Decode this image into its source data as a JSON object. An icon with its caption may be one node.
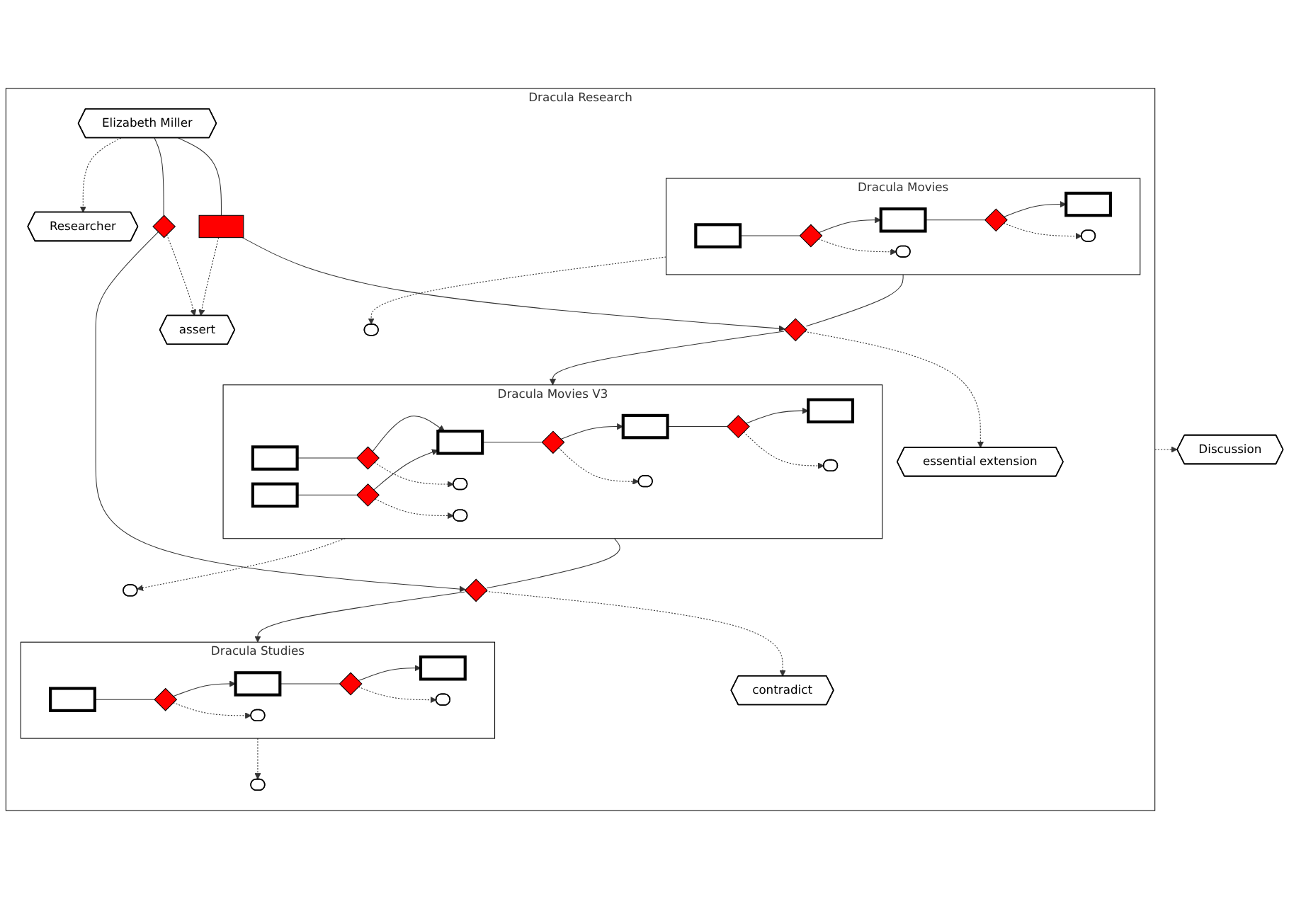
{
  "diagram": {
    "nodes": [
      {
        "text": [
          "Dracula Research"
        ]
      },
      {
        "text": [
          "Discussion"
        ]
      },
      {
        "text": [
          "essential extension"
        ],
        "in": 0
      },
      {
        "text": [
          "Dracula Movies"
        ],
        "in": 0
      },
      {
        "text": [
          "Dracula Movies V3"
        ],
        "in": 0
      },
      {
        "text": [
          "assert"
        ],
        "in": 0
      },
      {
        "text": [
          "contradict"
        ],
        "in": 0
      },
      {
        "text": [
          "Elizabeth Miller"
        ],
        "in": 0
      },
      {
        "text": [
          "Researcher"
        ],
        "in": 0
      },
      {
        "text": [
          "Dracula Studies"
        ],
        "in": 0
      },
      {
        "text": [],
        "shape": "diamond",
        "in": 0
      },
      {
        "text": [],
        "shape": "box",
        "in": 0
      },
      {
        "text": [],
        "shape": "diamond",
        "in": 0
      },
      {
        "text": [],
        "shape": "diamond",
        "in": 0
      },
      {
        "text": [],
        "shape": "box",
        "in": 0
      },
      {
        "text": [],
        "shape": "box",
        "in": 0
      },
      {
        "text": [],
        "shape": "box",
        "in": 0
      },
      {
        "text": [],
        "shape": "box",
        "in": 3
      },
      {
        "text": [],
        "shape": "diamond",
        "in": 3
      },
      {
        "text": [],
        "shape": "box",
        "in": 3
      },
      {
        "text": [],
        "shape": "diamond",
        "in": 3
      },
      {
        "text": [],
        "shape": "box",
        "in": 3
      },
      {
        "text": [],
        "shape": "box",
        "in": 3
      },
      {
        "text": [],
        "shape": "box",
        "in": 3
      },
      {
        "text": [],
        "shape": "box",
        "in": 4
      },
      {
        "text": [],
        "shape": "diamond",
        "in": 4
      },
      {
        "text": [],
        "shape": "box",
        "in": 4
      },
      {
        "text": [],
        "shape": "diamond",
        "in": 4
      },
      {
        "text": [],
        "shape": "box",
        "in": 4
      },
      {
        "text": [],
        "shape": "box",
        "in": 4
      },
      {
        "text": [],
        "shape": "diamond",
        "in": 4
      },
      {
        "text": [],
        "shape": "box",
        "in": 4
      },
      {
        "text": [],
        "shape": "diamond",
        "in": 4
      },
      {
        "text": [],
        "shape": "box",
        "in": 4
      },
      {
        "text": [],
        "shape": "box",
        "in": 4
      },
      {
        "text": [],
        "shape": "box",
        "in": 4
      },
      {
        "text": [],
        "shape": "box",
        "in": 4
      },
      {
        "text": [],
        "shape": "box",
        "in": 9
      },
      {
        "text": [],
        "shape": "diamond",
        "in": 9
      },
      {
        "text": [],
        "shape": "box",
        "in": 9
      },
      {
        "text": [],
        "shape": "diamond",
        "in": 9
      },
      {
        "text": [],
        "shape": "box",
        "in": 9
      },
      {
        "text": [],
        "shape": "box",
        "in": 9
      },
      {
        "text": [],
        "shape": "box",
        "in": 9
      }
    ],
    "edges": [
      {
        "from": 0,
        "to": 1,
        "arrow": "to",
        "style": "dashed"
      },
      {
        "from": 3,
        "to": 10,
        "arrow": "none"
      },
      {
        "from": 10,
        "to": 4,
        "arrow": "to"
      },
      {
        "from": 10,
        "to": 2,
        "arrow": "to",
        "style": "dashed"
      },
      {
        "from": 7,
        "to": 11,
        "arrow": "none"
      },
      {
        "from": 11,
        "to": 10,
        "arrow": "to"
      },
      {
        "from": 11,
        "to": 5,
        "arrow": "to",
        "style": "dashed"
      },
      {
        "from": 7,
        "to": 12,
        "arrow": "none"
      },
      {
        "from": 12,
        "to": 5,
        "arrow": "to",
        "style": "dashed"
      },
      {
        "from": 12,
        "to": 13,
        "arrow": "to"
      },
      {
        "from": 4,
        "to": 13,
        "arrow": "none"
      },
      {
        "from": 13,
        "to": 9,
        "arrow": "to"
      },
      {
        "from": 13,
        "to": 6,
        "arrow": "to",
        "style": "dashed"
      },
      {
        "from": 7,
        "to": 8,
        "arrow": "to",
        "style": "dashed"
      },
      {
        "from": 3,
        "to": 14,
        "arrow": "to",
        "style": "dashed"
      },
      {
        "from": 4,
        "to": 15,
        "arrow": "to",
        "style": "dashed"
      },
      {
        "from": 9,
        "to": 16,
        "arrow": "to",
        "style": "dashed"
      },
      {
        "from": 17,
        "to": 18,
        "arrow": "none"
      },
      {
        "from": 18,
        "to": 19,
        "arrow": "to"
      },
      {
        "from": 19,
        "to": 20,
        "arrow": "none"
      },
      {
        "from": 20,
        "to": 21,
        "arrow": "to"
      },
      {
        "from": 18,
        "to": 22,
        "arrow": "to",
        "style": "dashed"
      },
      {
        "from": 20,
        "to": 23,
        "arrow": "to",
        "style": "dashed"
      },
      {
        "from": 24,
        "to": 25,
        "arrow": "none"
      },
      {
        "from": 25,
        "to": 26,
        "arrow": "to"
      },
      {
        "from": 26,
        "to": 27,
        "arrow": "none"
      },
      {
        "from": 27,
        "to": 28,
        "arrow": "to"
      },
      {
        "from": 29,
        "to": 30,
        "arrow": "none"
      },
      {
        "from": 30,
        "to": 26,
        "arrow": "to"
      },
      {
        "from": 28,
        "to": 32,
        "arrow": "none"
      },
      {
        "from": 32,
        "to": 31,
        "arrow": "to"
      },
      {
        "from": 25,
        "to": 33,
        "arrow": "to",
        "style": "dashed"
      },
      {
        "from": 27,
        "to": 34,
        "arrow": "to",
        "style": "dashed"
      },
      {
        "from": 30,
        "to": 35,
        "arrow": "to",
        "style": "dashed"
      },
      {
        "from": 32,
        "to": 36,
        "arrow": "to",
        "style": "dashed"
      },
      {
        "from": 37,
        "to": 38,
        "arrow": "none"
      },
      {
        "from": 38,
        "to": 39,
        "arrow": "to"
      },
      {
        "from": 39,
        "to": 40,
        "arrow": "none"
      },
      {
        "from": 40,
        "to": 41,
        "arrow": "to"
      },
      {
        "from": 38,
        "to": 42,
        "arrow": "to",
        "style": "dashed"
      },
      {
        "from": 40,
        "to": 43,
        "arrow": "to",
        "style": "dashed"
      }
    ]
  }
}
